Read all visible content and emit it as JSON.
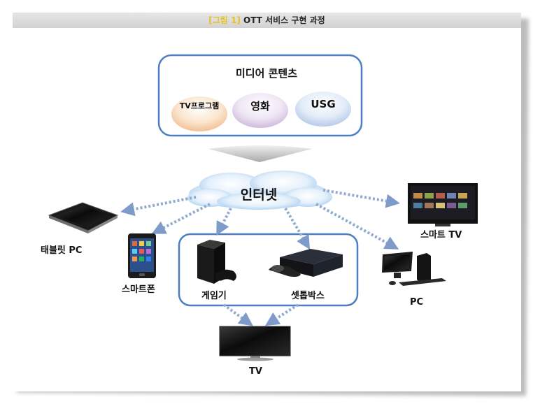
{
  "header": {
    "figure_prefix": "[그림 1]",
    "title": "OTT 서비스 구현 과정"
  },
  "media_contents": {
    "title": "미디어 콘텐츠",
    "items": [
      "TV프로그램",
      "영화",
      "USG"
    ]
  },
  "internet_label": "인터넷",
  "devices": {
    "tablet": "태블릿 PC",
    "smartphone": "스마트폰",
    "game_console": "게임기",
    "settop_box": "셋톱박스",
    "smart_tv": "스마트 TV",
    "pc": "PC",
    "tv": "TV"
  },
  "colors": {
    "box_border": "#4d7fc0",
    "arrow": "#8fa9d1",
    "header_bg": "#d9d9d9",
    "prefix": "#e8c21e"
  }
}
